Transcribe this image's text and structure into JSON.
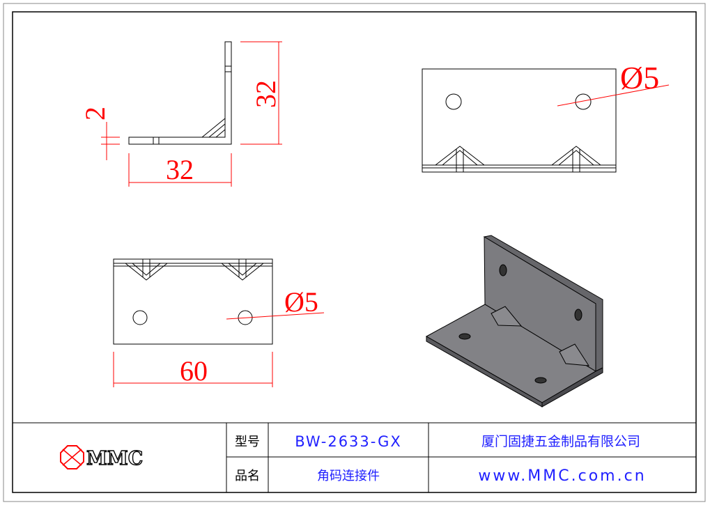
{
  "drawing": {
    "side_view": {
      "height_dim": "32",
      "width_dim": "32",
      "thickness_dim": "2"
    },
    "top_view": {
      "hole_dim": "Ø5"
    },
    "front_view": {
      "hole_dim": "Ø5",
      "length_dim": "60"
    }
  },
  "title_block": {
    "logo_text": "MMC",
    "model_label": "型号",
    "model_value": "BW-2633-GX",
    "name_label": "品名",
    "name_value": "角码连接件",
    "company": "厦门固捷五金制品有限公司",
    "website": "www.MMC.com.cn"
  },
  "colors": {
    "dimension": "#ff0000",
    "text_blue": "#2020ff",
    "part_fill": "#7c7c80"
  }
}
